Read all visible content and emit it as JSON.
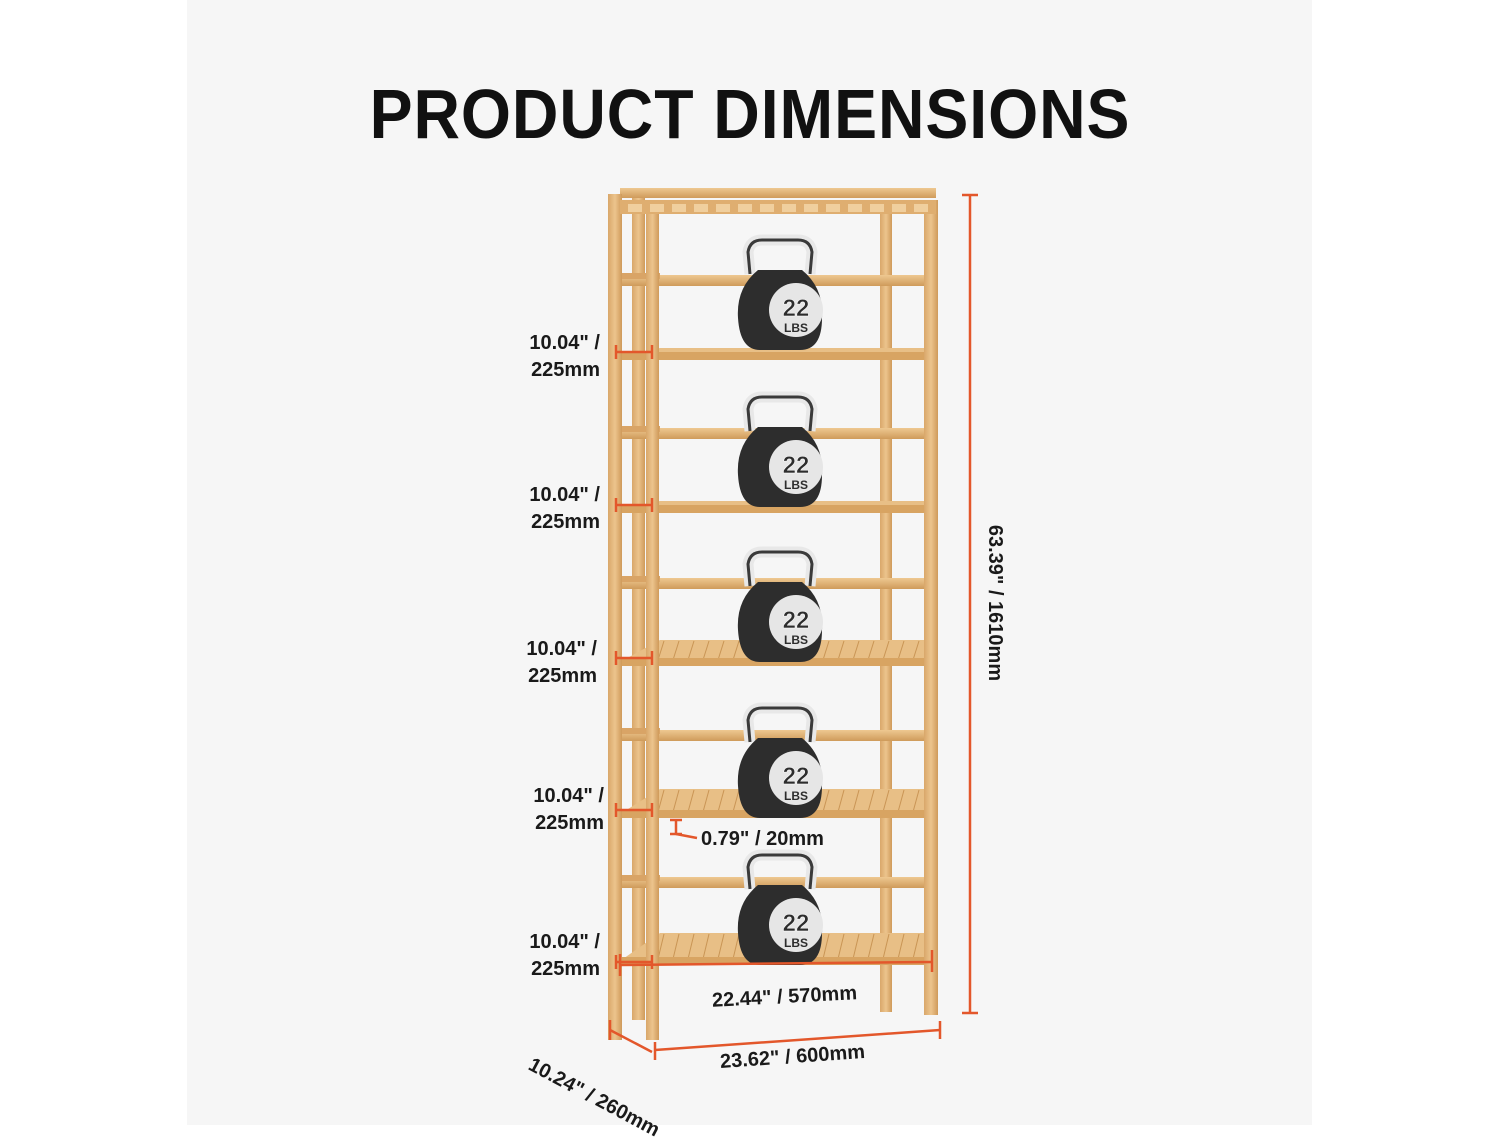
{
  "title": "PRODUCT DIMENSIONS",
  "colors": {
    "background": "#f6f6f6",
    "wood": "#e2b57b",
    "wood_dark": "#c99555",
    "dimension_line": "#e3572b",
    "kettlebell": "#2d2d2d",
    "text": "#1a1a1a"
  },
  "kettlebell": {
    "weight": "22",
    "unit": "LBS"
  },
  "shelf_spacing": [
    {
      "line1": "10.04\" /",
      "line2": "225mm"
    },
    {
      "line1": "10.04\" /",
      "line2": "225mm"
    },
    {
      "line1": "10.04\" /",
      "line2": "225mm"
    },
    {
      "line1": "10.04\" /",
      "line2": "225mm"
    },
    {
      "line1": "10.04\" /",
      "line2": "225mm"
    }
  ],
  "height": "63.39\" / 1610mm",
  "slat_thickness": "0.79\" / 20mm",
  "inner_width": "22.44\" / 570mm",
  "outer_width": "23.62\" / 600mm",
  "depth": "10.24\" / 260mm"
}
